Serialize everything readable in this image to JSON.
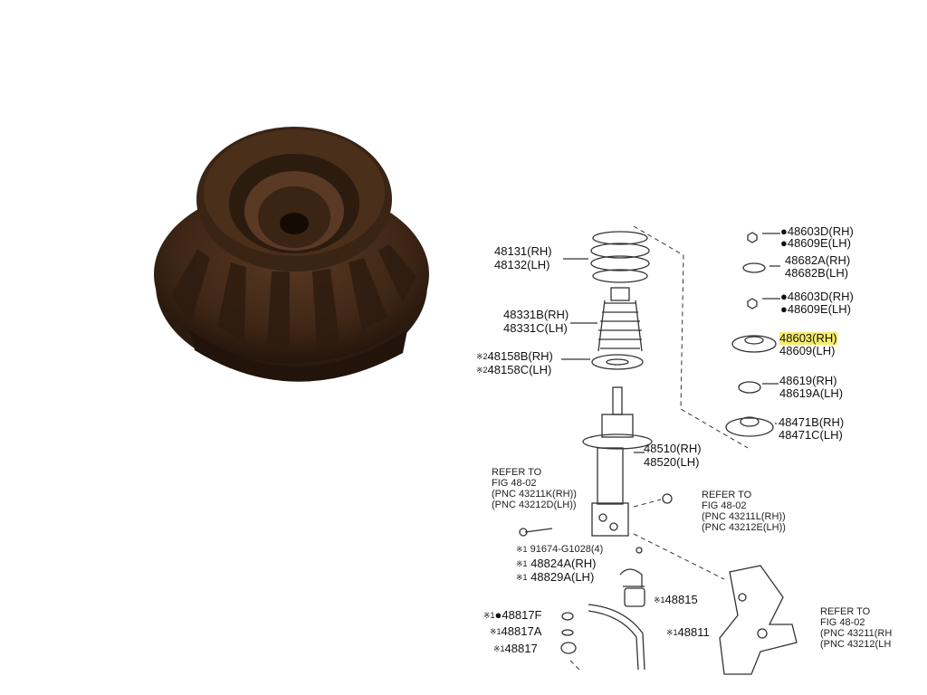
{
  "photo": {
    "subject": "strut-mount-photo",
    "color": "#3b2414"
  },
  "labels": {
    "p48131": "48131(RH)",
    "p48132": "48132(LH)",
    "p48331b": "48331B(RH)",
    "p48331c": "48331C(LH)",
    "p48158b": "48158B(RH)",
    "p48158c": "48158C(LH)",
    "p48510": "48510(RH)",
    "p48520": "48520(LH)",
    "p48603d_top": "●48603D(RH)",
    "p48609e_top": "●48609E(LH)",
    "p48682a": "48682A(RH)",
    "p48682b": "48682B(LH)",
    "p48603d": "●48603D(RH)",
    "p48609e": "●48609E(LH)",
    "p48603_hl": "48603(RH)",
    "p48609": "48609(LH)",
    "p48619": "48619(RH)",
    "p48619a": "48619A(LH)",
    "p48471b": "48471B(RH)",
    "p48471c": "48471C(LH)",
    "p91674": "91674-G1028(4)",
    "p48824a": "48824A(RH)",
    "p48829a": "48829A(LH)",
    "p48815": "48815",
    "p48817f": "●48817F",
    "p48817a": "48817A",
    "p48817": "48817",
    "p48811": "48811",
    "mark1": "※1",
    "mark2": "※2"
  },
  "refers": {
    "left": [
      "REFER TO",
      "FIG 48-02",
      "(PNC 43211K(RH))",
      "(PNC 43212D(LH))"
    ],
    "mid": [
      "REFER TO",
      "FIG 48-02",
      "(PNC 43211L(RH))",
      "(PNC 43212E(LH))"
    ],
    "right": [
      "REFER TO",
      "FIG 48-02",
      "(PNC 43211(RH",
      "(PNC 43212(LH"
    ]
  },
  "colors": {
    "highlight": "#f6ec6a",
    "line": "#333333"
  }
}
